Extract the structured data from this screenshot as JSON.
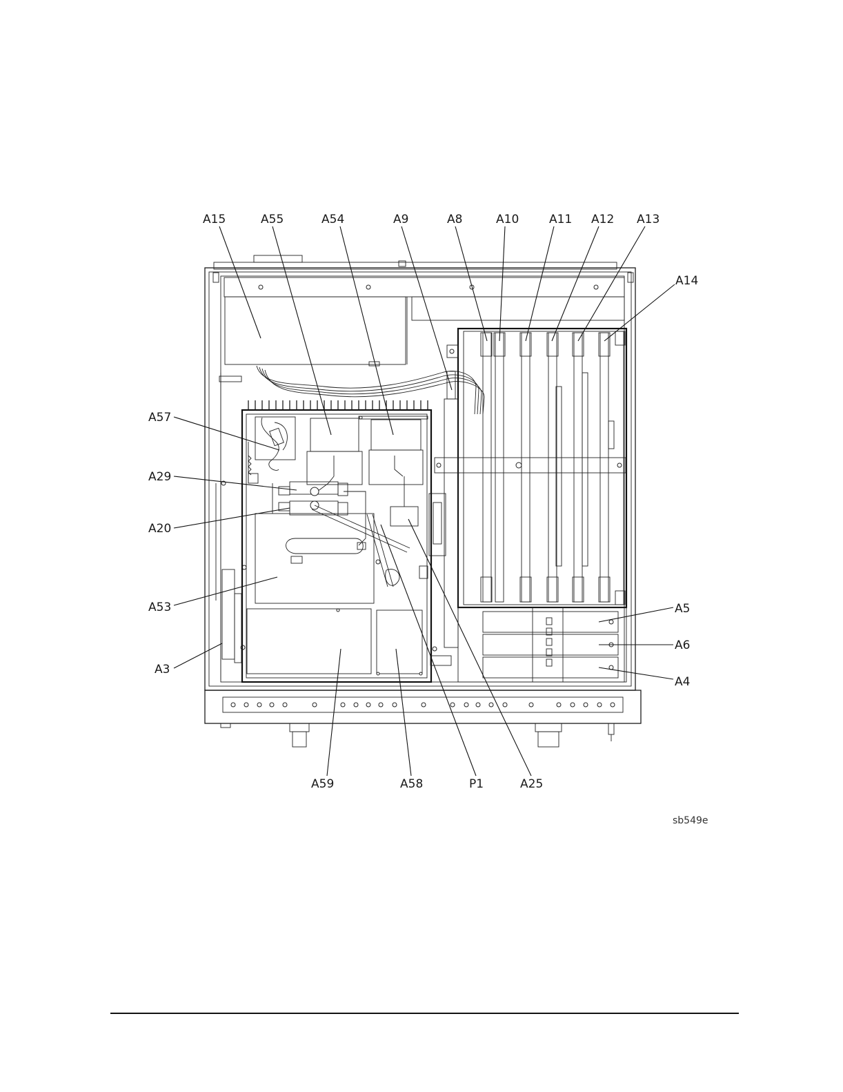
{
  "figure": {
    "reference": "sb549e"
  },
  "callouts": [
    {
      "id": "A15",
      "label": "A15"
    },
    {
      "id": "A55",
      "label": "A55"
    },
    {
      "id": "A54",
      "label": "A54"
    },
    {
      "id": "A9",
      "label": "A9"
    },
    {
      "id": "A8",
      "label": "A8"
    },
    {
      "id": "A10",
      "label": "A10"
    },
    {
      "id": "A11",
      "label": "A11"
    },
    {
      "id": "A12",
      "label": "A12"
    },
    {
      "id": "A13",
      "label": "A13"
    },
    {
      "id": "A14",
      "label": "A14"
    },
    {
      "id": "A57",
      "label": "A57"
    },
    {
      "id": "A29",
      "label": "A29"
    },
    {
      "id": "A20",
      "label": "A20"
    },
    {
      "id": "A53",
      "label": "A53"
    },
    {
      "id": "A3",
      "label": "A3"
    },
    {
      "id": "A5",
      "label": "A5"
    },
    {
      "id": "A6",
      "label": "A6"
    },
    {
      "id": "A4",
      "label": "A4"
    },
    {
      "id": "A59",
      "label": "A59"
    },
    {
      "id": "A58",
      "label": "A58"
    },
    {
      "id": "P1",
      "label": "P1"
    },
    {
      "id": "A25",
      "label": "A25"
    }
  ]
}
